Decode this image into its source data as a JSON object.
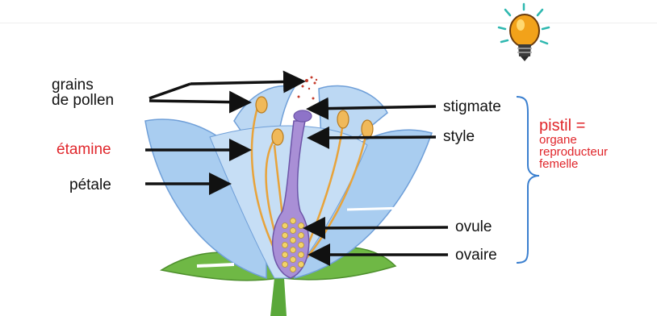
{
  "labels": {
    "grains_line1": "grains",
    "grains_line2": "de pollen",
    "etamine": "étamine",
    "petale": "pétale",
    "stigmate": "stigmate",
    "style": "style",
    "ovule": "ovule",
    "ovaire": "ovaire"
  },
  "pistil_definition": {
    "title": "pistil =",
    "line1": "organe",
    "line2": "reproducteur",
    "line3": "femelle"
  },
  "icons": {
    "top_right": "lightbulb-icon"
  },
  "colors": {
    "petal_fill": "#a9cdf0",
    "petal_stroke": "#6f9fd8",
    "pistil_fill": "#a98fd6",
    "stamen": "#e8a33a",
    "leaf": "#6fb845",
    "red_text": "#e0262b",
    "bracket": "#3a7fcf"
  }
}
